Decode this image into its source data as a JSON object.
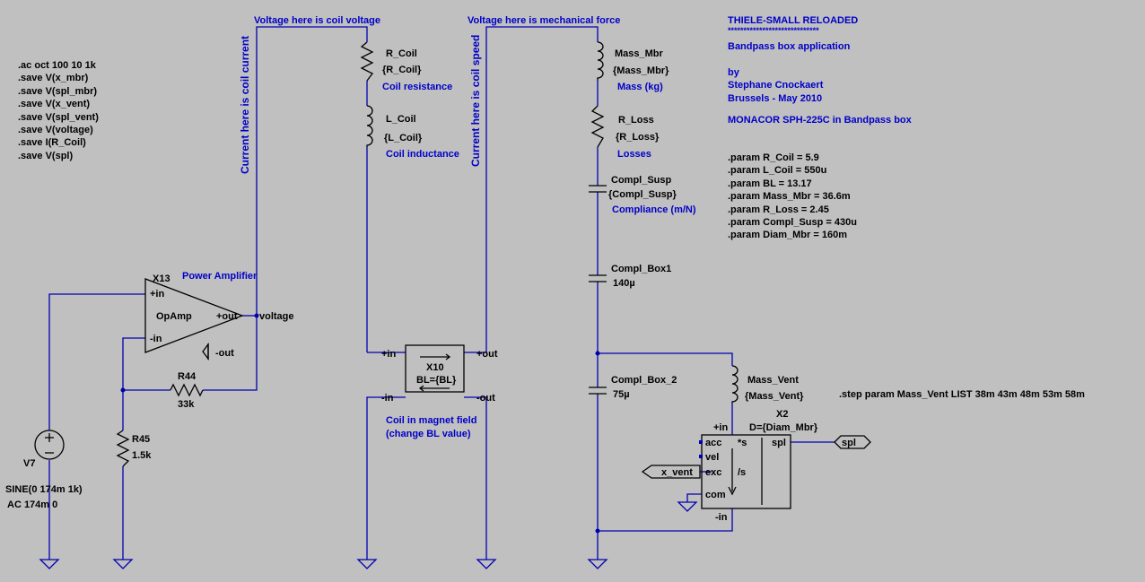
{
  "directives": [
    ".ac oct 100 10 1k",
    ".save V(x_mbr)",
    ".save V(spl_mbr)",
    ".save V(x_vent)",
    ".save V(spl_vent)",
    ".save V(voltage)",
    ".save I(R_Coil)",
    ".save V(spl)"
  ],
  "params": [
    ".param R_Coil = 5.9",
    ".param L_Coil = 550u",
    ".param BL = 13.17",
    ".param Mass_Mbr = 36.6m",
    ".param R_Loss = 2.45",
    ".param Compl_Susp = 430u",
    ".param Diam_Mbr = 160m"
  ],
  "step_directive": ".step param Mass_Vent LIST 38m 43m 48m 53m 58m",
  "header": {
    "title": "THIELE-SMALL RELOADED",
    "underline": "*****************************",
    "subtitle": "Bandpass box application",
    "by": "by",
    "author": "Stephane Cnockaert",
    "place_date": "Brussels - May 2010",
    "model": "MONACOR SPH-225C in Bandpass box"
  },
  "notes": {
    "coil_voltage": "Voltage here is coil voltage",
    "mech_force": "Voltage here is mechanical force",
    "coil_current": "Current here is coil current",
    "coil_speed": "Current here is coil speed",
    "power_amp": "Power Amplifier",
    "coil_resistance": "Coil resistance",
    "coil_inductance": "Coil inductance",
    "mass": "Mass (kg)",
    "losses": "Losses",
    "compliance": "Compliance (m/N)",
    "magnet1": "Coil in magnet field",
    "magnet2": "(change BL value)"
  },
  "components": {
    "x13": "X13",
    "opamp": "OpAmp",
    "plus_in": "+in",
    "minus_in": "-in",
    "plus_out": "+out",
    "minus_out": "-out",
    "net_voltage": "voltage",
    "r44": "R44",
    "r44_val": "33k",
    "r45": "R45",
    "r45_val": "1.5k",
    "v7": "V7",
    "v7_val1": "SINE(0 174m 1k)",
    "v7_val2": "AC 174m 0",
    "r_coil": "R_Coil",
    "r_coil_val": "{R_Coil}",
    "l_coil": "L_Coil",
    "l_coil_val": "{L_Coil}",
    "x10": "X10",
    "x10_val": "BL={BL}",
    "x10_pin_in_p": "+in",
    "x10_pin_in_n": "-in",
    "x10_pin_out_p": "+out",
    "x10_pin_out_n": "-out",
    "mass_mbr": "Mass_Mbr",
    "mass_mbr_val": "{Mass_Mbr}",
    "r_loss": "R_Loss",
    "r_loss_val": "{R_Loss}",
    "compl_susp": "Compl_Susp",
    "compl_susp_val": "{Compl_Susp}",
    "compl_box1": "Compl_Box1",
    "compl_box1_val": "140µ",
    "compl_box2": "Compl_Box_2",
    "compl_box2_val": "75µ",
    "mass_vent": "Mass_Vent",
    "mass_vent_val": "{Mass_Vent}",
    "x2": "X2",
    "x2_val": "D={Diam_Mbr}",
    "x2_plus_in": "+in",
    "x2_minus_in": "-in",
    "x2_acc": "acc",
    "x2_vel": "vel",
    "x2_exc": "exc",
    "x2_com": "com",
    "x2_s_mul": "*s",
    "x2_s_div": "/s",
    "x2_spl": "spl",
    "flag_spl": "spl",
    "flag_x_vent": "x_vent"
  }
}
